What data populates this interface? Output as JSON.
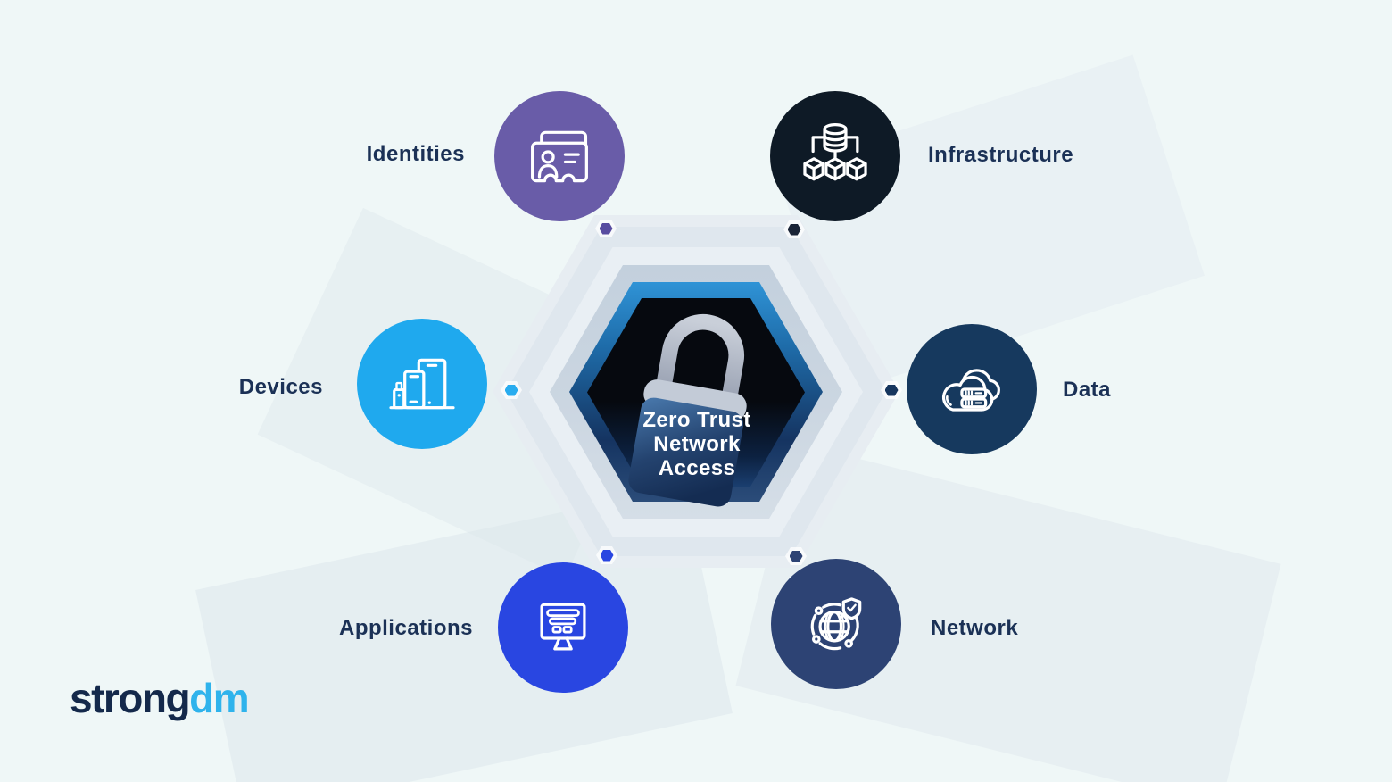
{
  "diagram": {
    "center_title": "Zero Trust Network Access",
    "center_title_lines": [
      "Zero Trust",
      "Network",
      "Access"
    ],
    "center_icon": "padlock-icon",
    "hexagon_colors": {
      "halo": "#E7EDF2",
      "outer": "#DFE7EE",
      "ring": "#C9D5E1",
      "blue_top": "#2F93D6",
      "blue_bottom": "#2B4C79",
      "core": "#06090F"
    }
  },
  "nodes": [
    {
      "label": "Identities",
      "icon": "id-card-icon",
      "circle_color": "#695CA8",
      "dot_color": "#584CA0",
      "label_side": "left"
    },
    {
      "label": "Infrastructure",
      "icon": "database-cubes-icon",
      "circle_color": "#0E1A26",
      "dot_color": "#1A2436",
      "label_side": "right"
    },
    {
      "label": "Devices",
      "icon": "devices-icon",
      "circle_color": "#1FA9EE",
      "dot_color": "#29ACEF",
      "label_side": "left"
    },
    {
      "label": "Data",
      "icon": "cloud-servers-icon",
      "circle_color": "#16395E",
      "dot_color": "#16365E",
      "label_side": "right"
    },
    {
      "label": "Applications",
      "icon": "app-monitor-icon",
      "circle_color": "#2946E1",
      "dot_color": "#2946E1",
      "label_side": "left"
    },
    {
      "label": "Network",
      "icon": "globe-shield-icon",
      "circle_color": "#2D4374",
      "dot_color": "#2D4374",
      "label_side": "right"
    }
  ],
  "logo": {
    "text_primary": "strong",
    "text_secondary": "dm",
    "primary_color": "#14294B",
    "secondary_color": "#2FB3EC"
  },
  "colors": {
    "background": "#EFF7F7",
    "label_text": "#1B3156",
    "center_title_text": "#FFFFFF"
  }
}
